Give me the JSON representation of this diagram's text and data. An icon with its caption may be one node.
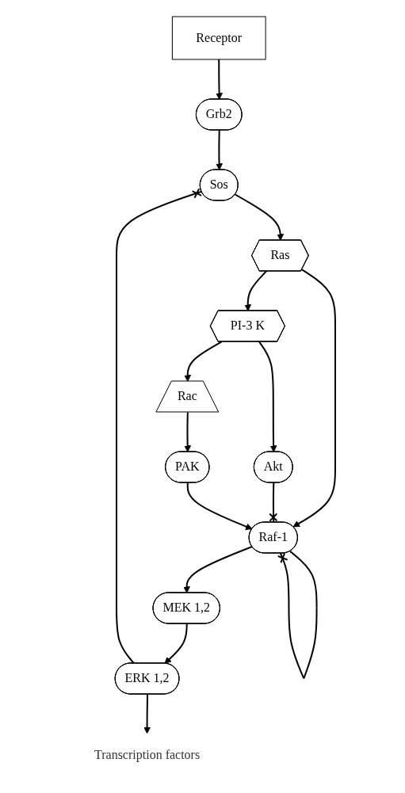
{
  "diagram": {
    "nodes": [
      {
        "text": [
          "Receptor"
        ]
      },
      {
        "text": [
          "Grb2"
        ]
      },
      {
        "text": [
          "Sos"
        ]
      },
      {
        "text": [
          "Ras"
        ]
      },
      {
        "text": [
          "PI-3 K"
        ]
      },
      {
        "text": [
          "Akt"
        ]
      },
      {
        "text": [
          "Rac"
        ]
      },
      {
        "text": [
          "Raf-1"
        ]
      },
      {
        "text": [
          "PAK"
        ]
      },
      {
        "text": [
          "MEK 1,2"
        ]
      },
      {
        "text": [
          "ERK 1,2"
        ]
      },
      {
        "text": [
          "Transcription factors"
        ]
      }
    ],
    "edges": [
      {
        "from": 0,
        "to": 1,
        "arrow": "to"
      },
      {
        "from": 1,
        "to": 2,
        "arrow": "to"
      },
      {
        "from": 2,
        "to": 3,
        "arrow": "to"
      },
      {
        "from": 3,
        "to": 4,
        "arrow": "to"
      },
      {
        "from": 3,
        "to": 7,
        "arrow": "to"
      },
      {
        "from": 4,
        "to": 5,
        "arrow": "to"
      },
      {
        "from": 4,
        "to": 6,
        "arrow": "to"
      },
      {
        "from": 5,
        "to": 7,
        "arrow": "other"
      },
      {
        "from": 6,
        "to": 8,
        "arrow": "to"
      },
      {
        "from": 8,
        "to": 7,
        "arrow": "to"
      },
      {
        "from": 7,
        "to": 7,
        "arrow": "other"
      },
      {
        "from": 7,
        "to": 9,
        "arrow": "to"
      },
      {
        "from": 9,
        "to": 10,
        "arrow": "to"
      },
      {
        "from": 10,
        "to": 2,
        "arrow": "other"
      },
      {
        "from": 10,
        "to": 11,
        "arrow": "to"
      }
    ]
  }
}
